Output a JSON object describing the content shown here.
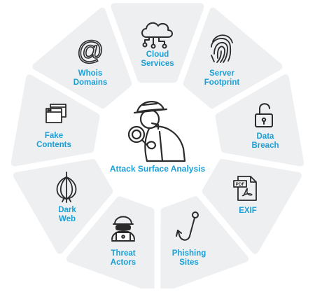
{
  "diagram": {
    "center_label": "Attack Surface Analysis",
    "segments": [
      {
        "id": "cloud",
        "line1": "Cloud",
        "line2": "Services",
        "icon": "cloud-network-icon"
      },
      {
        "id": "server",
        "line1": "Server",
        "line2": "Footprint",
        "icon": "fingerprint-icon"
      },
      {
        "id": "breach",
        "line1": "Data",
        "line2": "Breach",
        "icon": "open-padlock-icon"
      },
      {
        "id": "exif",
        "line1": "EXIF",
        "line2": "",
        "icon": "pdf-file-icon"
      },
      {
        "id": "phishing",
        "line1": "Phishing",
        "line2": "Sites",
        "icon": "fishing-hook-icon"
      },
      {
        "id": "threat",
        "line1": "Threat",
        "line2": "Actors",
        "icon": "hacker-laptop-icon"
      },
      {
        "id": "darkweb",
        "line1": "Dark",
        "line2": "Web",
        "icon": "onion-icon"
      },
      {
        "id": "fake",
        "line1": "Fake",
        "line2": "Contents",
        "icon": "browser-windows-icon"
      },
      {
        "id": "whois",
        "line1": "Whois",
        "line2": "Domains",
        "icon": "at-sign-icon"
      }
    ],
    "colors": {
      "segment_fill": "#eeeff1",
      "label": "#1a9fd6",
      "icon_stroke": "#2b2b2b",
      "detective_coat": "#ffffff"
    }
  }
}
